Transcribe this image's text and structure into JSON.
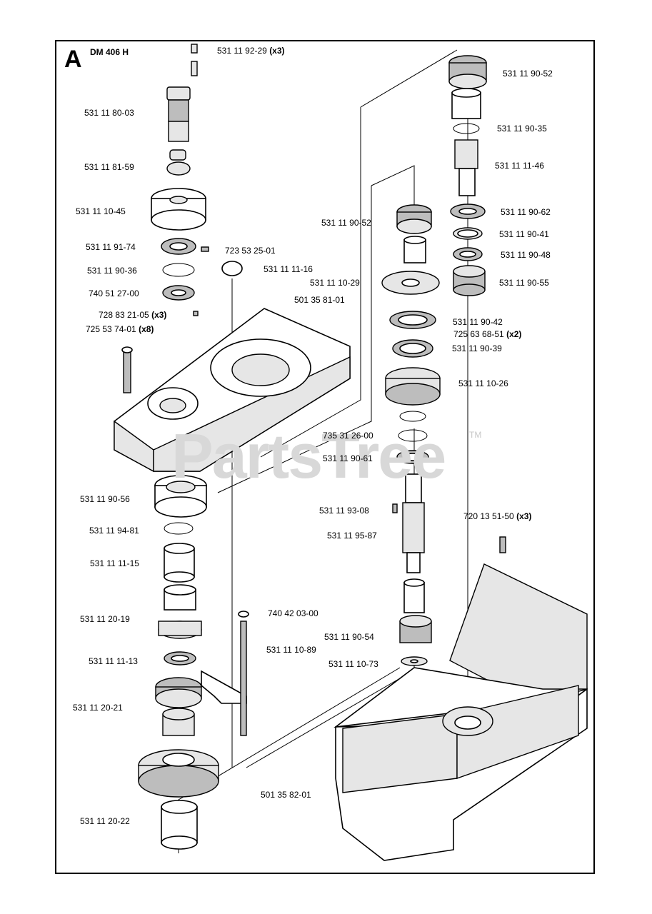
{
  "diagram": {
    "section_letter": "A",
    "model": "DM 406 H",
    "watermark": "PartsTree",
    "watermark_tm": "TM",
    "parts": [
      {
        "number": "531 11 92-29",
        "qty": "(x3)"
      },
      {
        "number": "531 11 80-03",
        "qty": ""
      },
      {
        "number": "531 11 81-59",
        "qty": ""
      },
      {
        "number": "531 11 10-45",
        "qty": ""
      },
      {
        "number": "531 11 91-74",
        "qty": ""
      },
      {
        "number": "723 53 25-01",
        "qty": ""
      },
      {
        "number": "531 11 90-36",
        "qty": ""
      },
      {
        "number": "531 11 11-16",
        "qty": ""
      },
      {
        "number": "740 51 27-00",
        "qty": ""
      },
      {
        "number": "501 35 81-01",
        "qty": ""
      },
      {
        "number": "728 83 21-05",
        "qty": "(x3)"
      },
      {
        "number": "725 53 74-01",
        "qty": "(x8)"
      },
      {
        "number": "531 11 90-52",
        "qty": ""
      },
      {
        "number": "531 11 90-35",
        "qty": ""
      },
      {
        "number": "531 11 11-46",
        "qty": ""
      },
      {
        "number": "531 11 90-52",
        "qty": ""
      },
      {
        "number": "531 11 90-62",
        "qty": ""
      },
      {
        "number": "531 11 90-41",
        "qty": ""
      },
      {
        "number": "531 11 90-48",
        "qty": ""
      },
      {
        "number": "531 11 10-29",
        "qty": ""
      },
      {
        "number": "531 11 90-55",
        "qty": ""
      },
      {
        "number": "531 11 90-42",
        "qty": ""
      },
      {
        "number": "725 63 68-51",
        "qty": "(x2)"
      },
      {
        "number": "531 11 90-39",
        "qty": ""
      },
      {
        "number": "531 11 10-26",
        "qty": ""
      },
      {
        "number": "735 31 26-00",
        "qty": ""
      },
      {
        "number": "531 11 90-61",
        "qty": ""
      },
      {
        "number": "531 11 90-56",
        "qty": ""
      },
      {
        "number": "531 11 93-08",
        "qty": ""
      },
      {
        "number": "720 13 51-50",
        "qty": "(x3)"
      },
      {
        "number": "531 11 94-81",
        "qty": ""
      },
      {
        "number": "531 11 95-87",
        "qty": ""
      },
      {
        "number": "531 11 11-15",
        "qty": ""
      },
      {
        "number": "740 42 03-00",
        "qty": ""
      },
      {
        "number": "531 11 20-19",
        "qty": ""
      },
      {
        "number": "531 11 90-54",
        "qty": ""
      },
      {
        "number": "531 11 10-89",
        "qty": ""
      },
      {
        "number": "531 11 11-13",
        "qty": ""
      },
      {
        "number": "531 11 10-73",
        "qty": ""
      },
      {
        "number": "531 11 20-21",
        "qty": ""
      },
      {
        "number": "501 35 82-01",
        "qty": ""
      },
      {
        "number": "531 11 20-22",
        "qty": ""
      }
    ]
  }
}
